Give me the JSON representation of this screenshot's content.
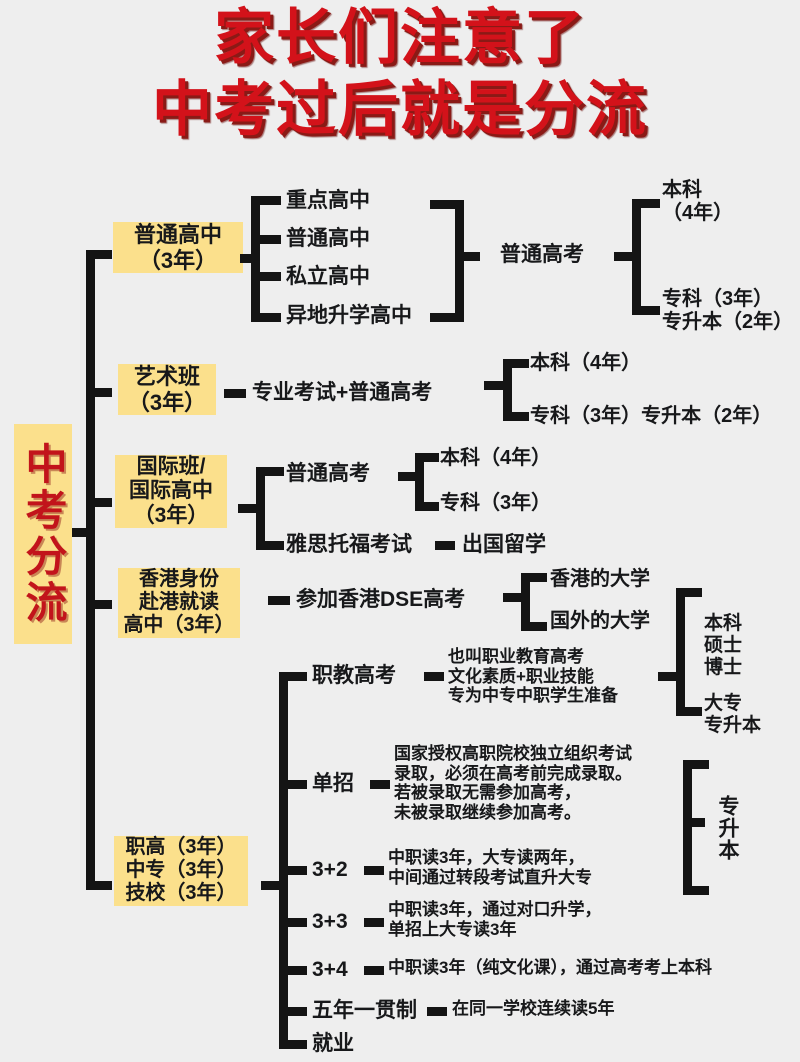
{
  "title": {
    "line1": "家长们注意了",
    "line2": "中考过后就是分流",
    "color": "#d3121a",
    "shadow_color": "#8a1a16"
  },
  "colors": {
    "background": "#eeeeee",
    "highlight": "#fbe08c",
    "connector": "#141414",
    "root_text": "#c2141b",
    "body_text": "#17181a"
  },
  "root": {
    "label": "中考分流",
    "orientation": "vertical"
  },
  "branches": [
    {
      "id": "regular-high-school",
      "label_lines": [
        "普通高中",
        "（3年）"
      ],
      "children": [
        "重点高中",
        "普通高中",
        "私立高中",
        "异地升学高中"
      ],
      "exam": "普通高考",
      "outcomes": [
        [
          "本科",
          "（4年）"
        ],
        [
          "专科（3年）",
          "专升本（2年）"
        ]
      ]
    },
    {
      "id": "art-class",
      "label_lines": [
        "艺术班",
        "（3年）"
      ],
      "exam": "专业考试+普通高考",
      "outcomes": [
        [
          "本科（4年）"
        ],
        [
          "专科（3年）专升本（2年）"
        ]
      ]
    },
    {
      "id": "international-class",
      "label_lines": [
        "国际班/",
        "国际高中",
        "（3年）"
      ],
      "paths": [
        {
          "exam": "普通高考",
          "outcomes": [
            "本科（4年）",
            "专科（3年）"
          ]
        },
        {
          "exam": "雅思托福考试",
          "outcomes": [
            "出国留学"
          ]
        }
      ]
    },
    {
      "id": "hongkong",
      "label_lines": [
        "香港身份",
        "赴港就读",
        "高中（3年）"
      ],
      "exam": "参加香港DSE高考",
      "outcomes": [
        "香港的大学",
        "国外的大学"
      ]
    },
    {
      "id": "vocational",
      "label_lines": [
        "职高（3年）",
        "中专（3年）",
        "技校（3年）"
      ],
      "rows": [
        {
          "name": "职教高考",
          "detail_lines": [
            "也叫职业教育高考",
            "文化素质+职业技能",
            "专为中专中职学生准备"
          ],
          "outcomes": [
            [
              "本科",
              "硕士",
              "博士"
            ],
            [
              "大专",
              "专升本"
            ]
          ]
        },
        {
          "name": "单招",
          "detail_lines": [
            "国家授权高职院校独立组织考试",
            "录取，必须在高考前完成录取。",
            "若被录取无需参加高考，",
            "未被录取继续参加高考。"
          ]
        },
        {
          "name": "3+2",
          "detail_lines": [
            "中职读3年，大专读两年，",
            "中间通过转段考试直升大专"
          ]
        },
        {
          "name": "3+3",
          "detail_lines": [
            "中职读3年，通过对口升学，",
            "单招上大专读3年"
          ]
        },
        {
          "name": "3+4",
          "detail_lines": [
            "中职读3年（纯文化课），通过高考考上本科"
          ]
        },
        {
          "name": "五年一贯制",
          "detail_lines": [
            "在同一学校连续读5年"
          ]
        },
        {
          "name": "就业",
          "detail_lines": []
        }
      ],
      "side_outcome": "专升本"
    }
  ]
}
